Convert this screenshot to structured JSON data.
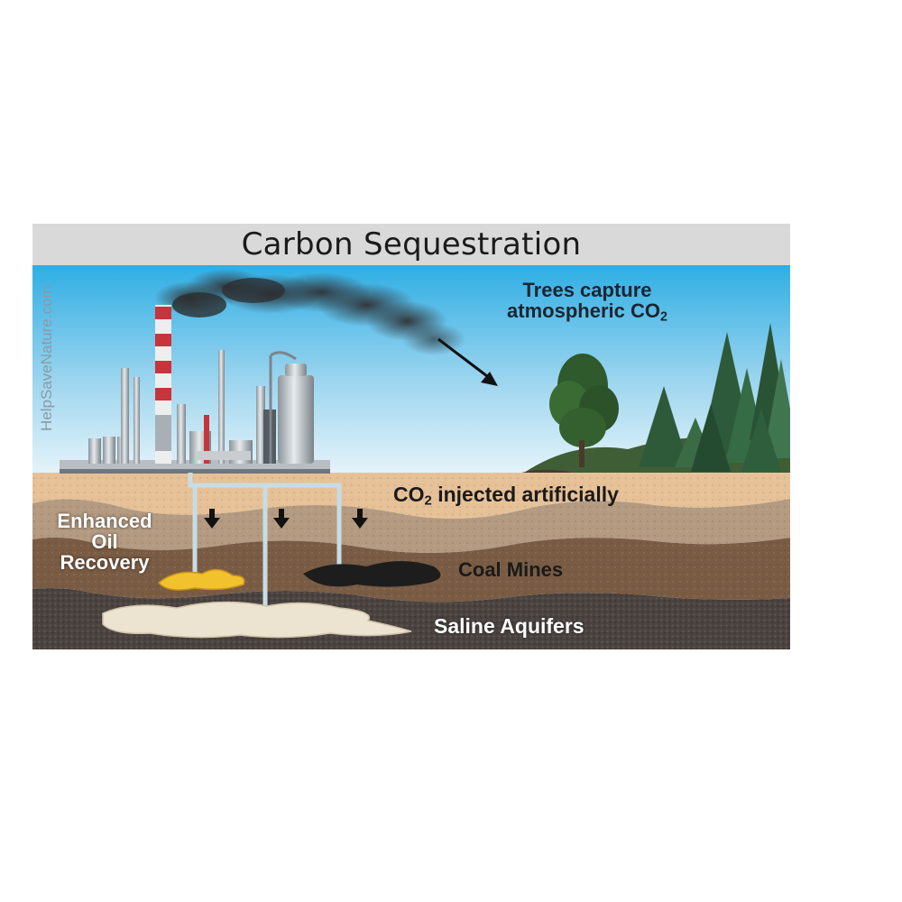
{
  "diagram": {
    "title": "Carbon Sequestration",
    "watermark": "HelpSaveNature.com",
    "labels": {
      "trees_main": "Trees capture",
      "trees_sub_prefix": "atmospheric CO",
      "trees_sub_subscript": "2",
      "co2_prefix": "CO",
      "co2_subscript": "2",
      "co2_suffix": " injected artificially",
      "eor_line1": "Enhanced",
      "eor_line2": "Oil",
      "eor_line3": "Recovery",
      "coal": "Coal Mines",
      "saline": "Saline Aquifers"
    },
    "colors": {
      "title_bar": "#d9d9d9",
      "sky_top": "#2fb3e6",
      "sky_bottom": "#e8f4fa",
      "topsoil": "#e6c197",
      "oil": "#f2c12e",
      "coal": "#1d1d1d",
      "saline": "#ece3d0",
      "deep_rock": "#4a4340"
    },
    "icons": [
      "smoke-plume",
      "refinery",
      "arrow-down-icon",
      "arrow-diagonal-icon",
      "tree-cluster"
    ]
  }
}
